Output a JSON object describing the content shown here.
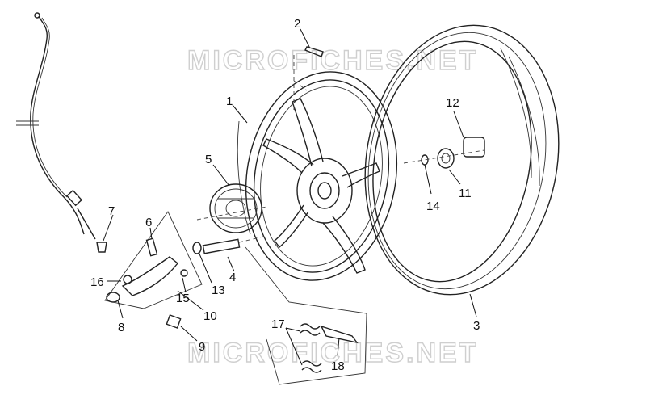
{
  "watermark": {
    "text": "MICROFICHES.NET"
  },
  "callouts": [
    {
      "id": "c1",
      "label": "1"
    },
    {
      "id": "c2",
      "label": "2"
    },
    {
      "id": "c3",
      "label": "3"
    },
    {
      "id": "c4",
      "label": "4"
    },
    {
      "id": "c5",
      "label": "5"
    },
    {
      "id": "c6",
      "label": "6"
    },
    {
      "id": "c7",
      "label": "7"
    },
    {
      "id": "c8",
      "label": "8"
    },
    {
      "id": "c9",
      "label": "9"
    },
    {
      "id": "c10",
      "label": "10"
    },
    {
      "id": "c11",
      "label": "11"
    },
    {
      "id": "c12",
      "label": "12"
    },
    {
      "id": "c13",
      "label": "13"
    },
    {
      "id": "c14",
      "label": "14"
    },
    {
      "id": "c15",
      "label": "15"
    },
    {
      "id": "c16",
      "label": "16"
    },
    {
      "id": "c17",
      "label": "17"
    },
    {
      "id": "c18",
      "label": "18"
    }
  ]
}
